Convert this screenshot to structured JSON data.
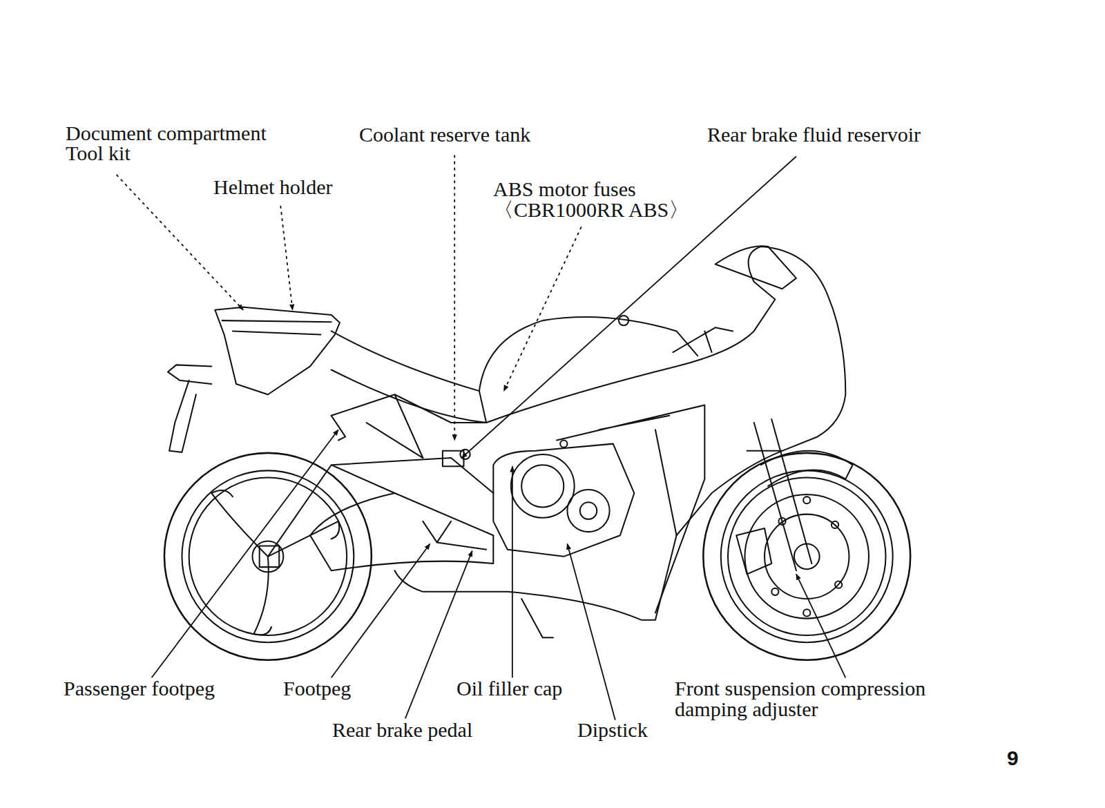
{
  "diagram": {
    "labels": [
      "Document compartment",
      "Tool kit",
      "Helmet holder",
      "Coolant reserve tank",
      "ABS motor fuses 〈CBR1000RR ABS〉",
      "Rear brake fluid reservoir",
      "Passenger footpeg",
      "Footpeg",
      "Oil filler cap",
      "Rear brake pedal",
      "Dipstick",
      "Front suspension compression damping adjuster",
      "9"
    ]
  }
}
